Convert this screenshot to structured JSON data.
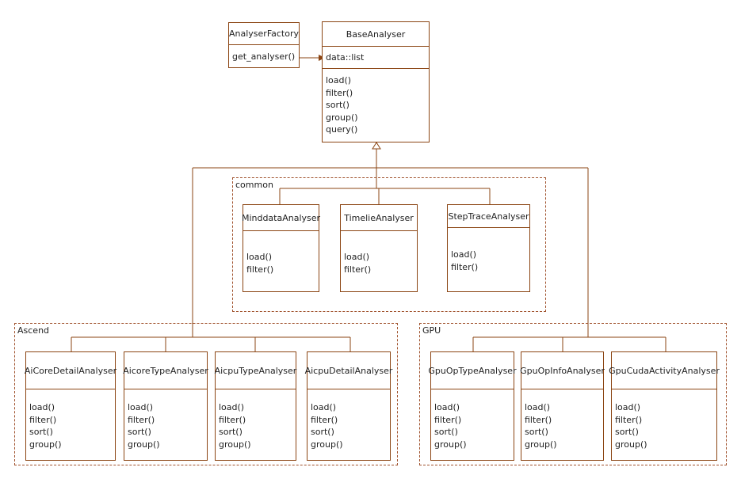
{
  "factory": {
    "name": "AnalyserFactory",
    "methods": [
      "get_analyser()"
    ]
  },
  "base": {
    "name": "BaseAnalyser",
    "attribute": "data::list",
    "methods": [
      "load()",
      "filter()",
      "sort()",
      "group()",
      "query()"
    ]
  },
  "packages": {
    "common": {
      "label": "common",
      "classes": [
        {
          "name": "MinddataAnalyser",
          "methods": [
            "load()",
            "filter()"
          ]
        },
        {
          "name": "TimelieAnalyser",
          "methods": [
            "load()",
            "filter()"
          ]
        },
        {
          "name": "StepTraceAnalyser",
          "methods": [
            "load()",
            "filter()"
          ]
        }
      ]
    },
    "ascend": {
      "label": "Ascend",
      "classes": [
        {
          "name": "AiCoreDetailAnalyser",
          "methods": [
            "load()",
            "filter()",
            "sort()",
            "group()"
          ]
        },
        {
          "name": "AicoreTypeAnalyser",
          "methods": [
            "load()",
            "filter()",
            "sort()",
            "group()"
          ]
        },
        {
          "name": "AicpuTypeAnalyser",
          "methods": [
            "load()",
            "filter()",
            "sort()",
            "group()"
          ]
        },
        {
          "name": "AicpuDetailAnalyser",
          "methods": [
            "load()",
            "filter()",
            "sort()",
            "group()"
          ]
        }
      ]
    },
    "gpu": {
      "label": "GPU",
      "classes": [
        {
          "name": "GpuOpTypeAnalyser",
          "methods": [
            "load()",
            "filter()",
            "sort()",
            "group()"
          ]
        },
        {
          "name": "GpuOpInfoAnalyser",
          "methods": [
            "load()",
            "filter()",
            "sort()",
            "group()"
          ]
        },
        {
          "name": "GpuCudaActivityAnalyser",
          "methods": [
            "load()",
            "filter()",
            "sort()",
            "group()"
          ]
        }
      ]
    }
  }
}
